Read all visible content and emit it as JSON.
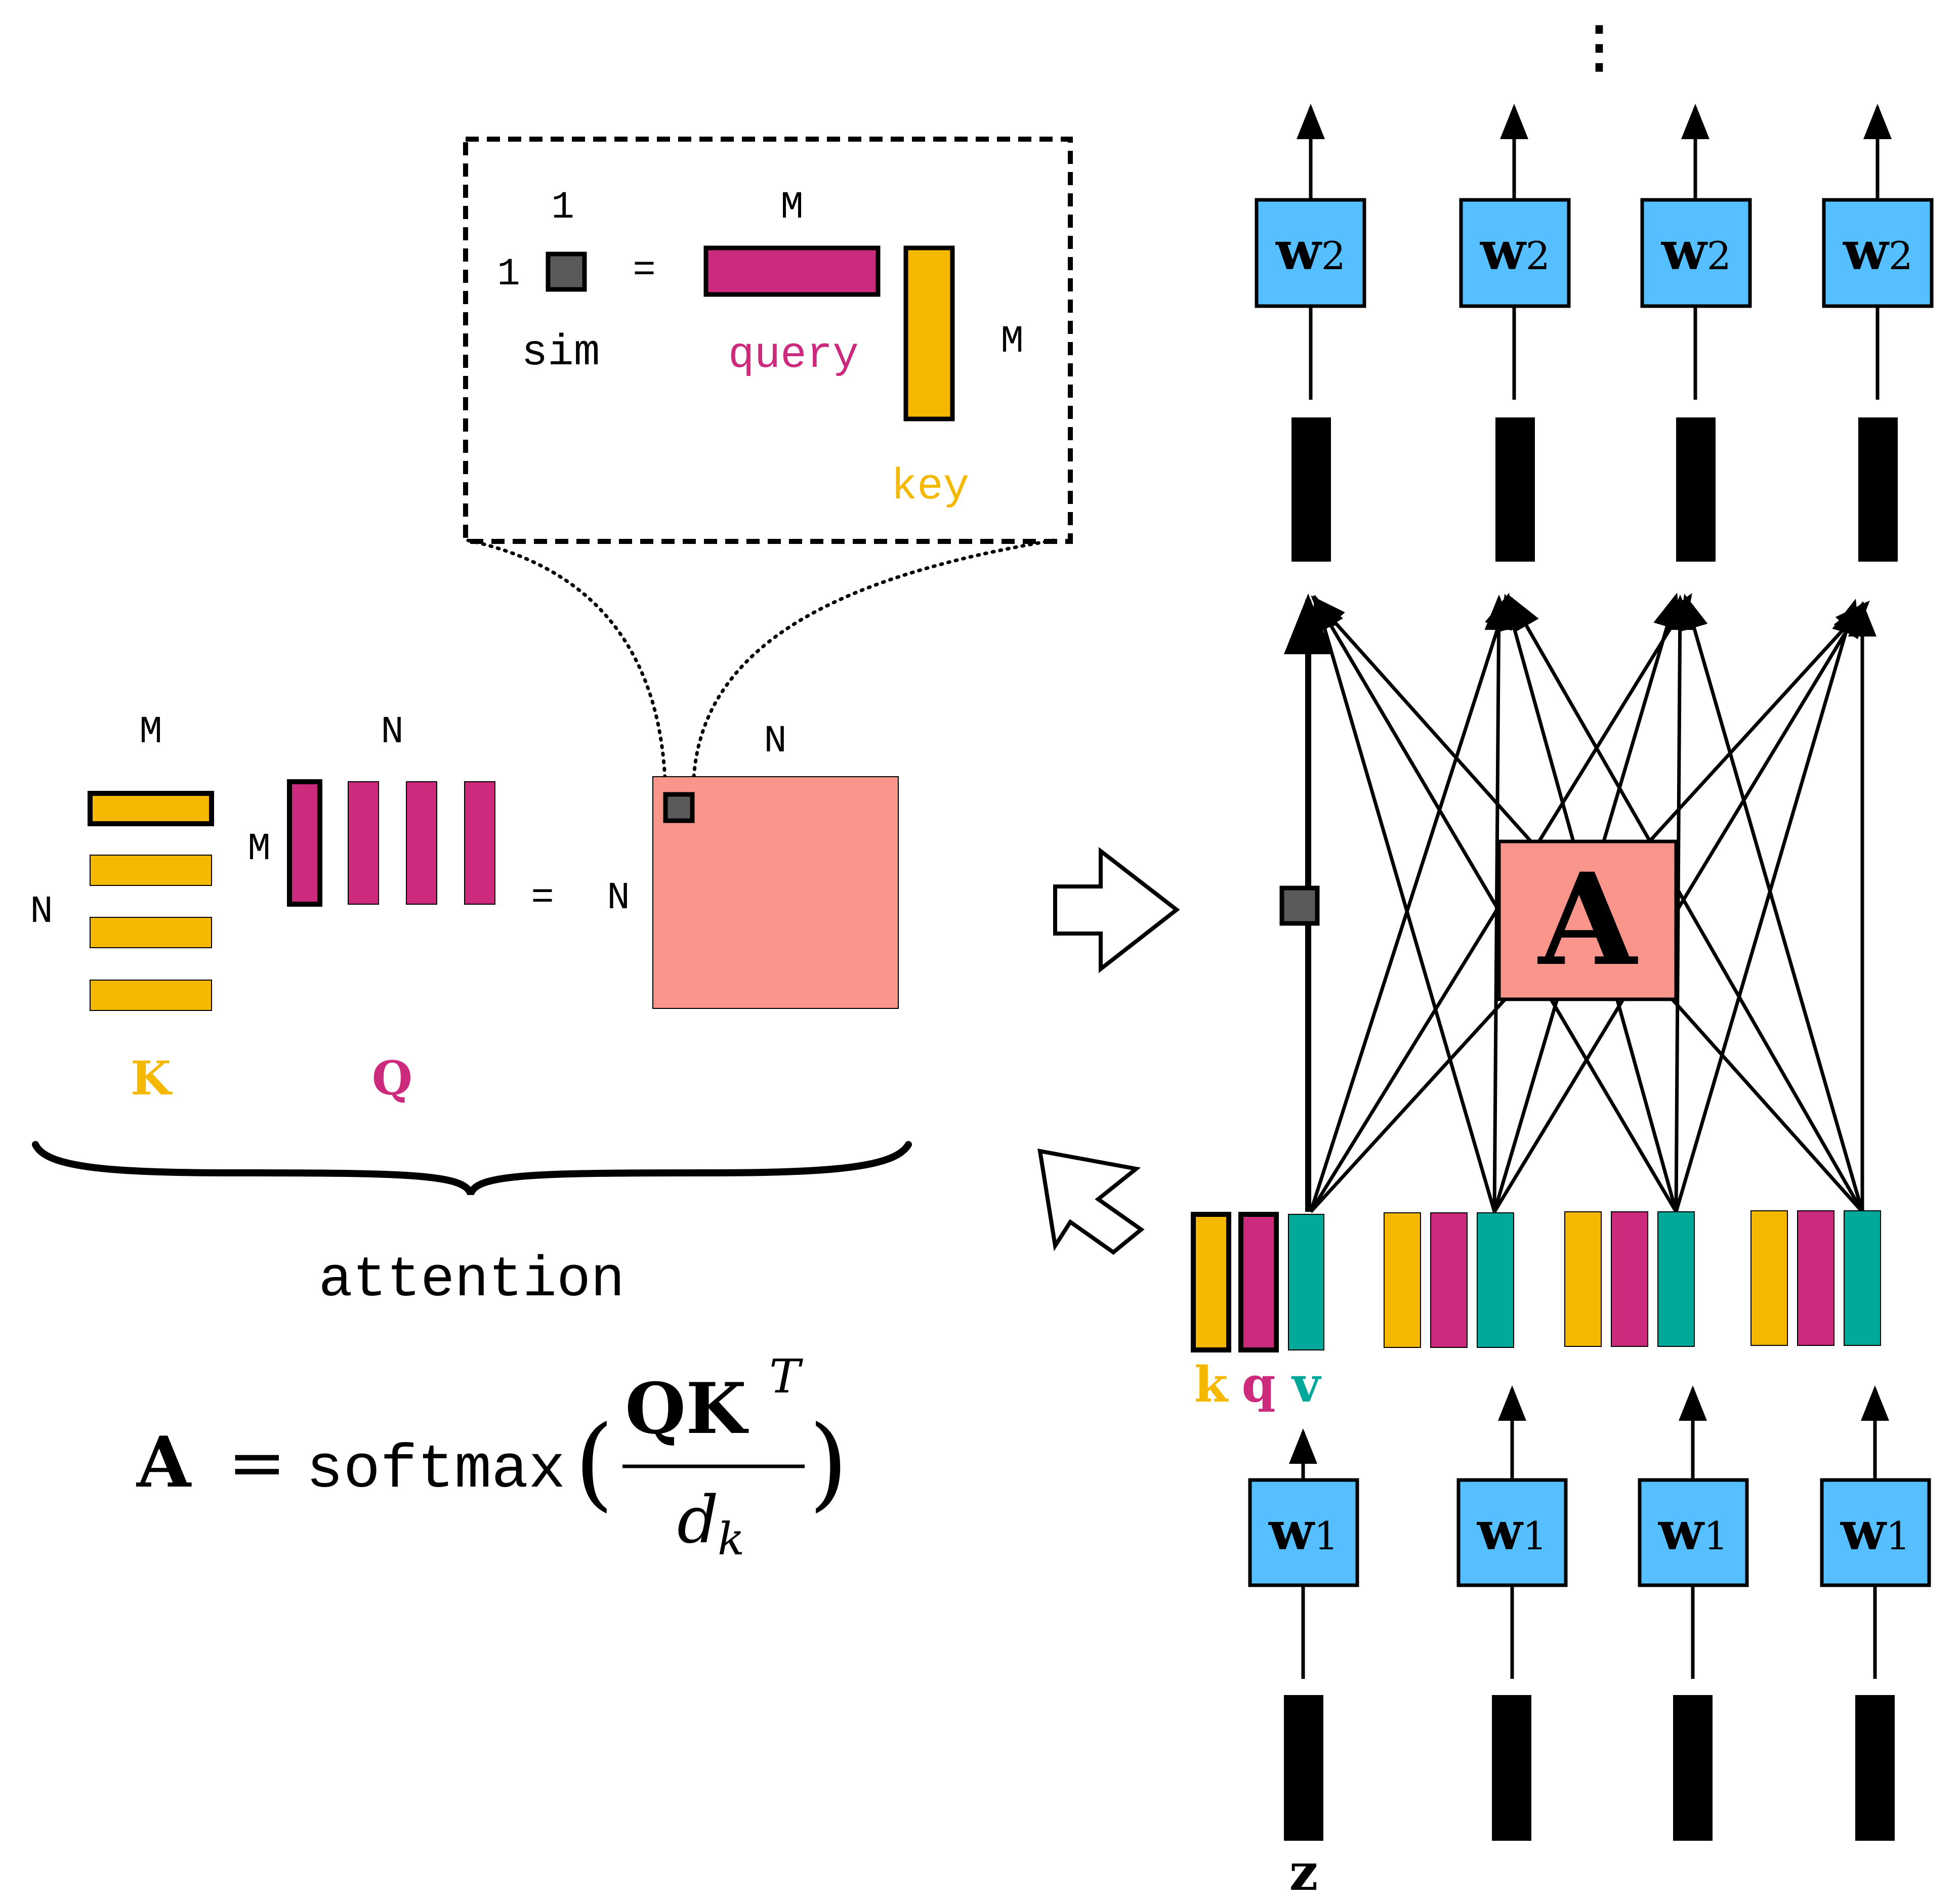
{
  "colors": {
    "key": "#f5b800",
    "query": "#cc2a7c",
    "value": "#00a99a",
    "attention": "#fa958c",
    "weight_box": "#55bfff",
    "sim_cell": "#5a5a5a",
    "token": "#000000"
  },
  "inset": {
    "one_top": "1",
    "one_left": "1",
    "equals": "=",
    "m_top": "M",
    "m_right": "M",
    "sim": "sim",
    "query": "query",
    "key": "key"
  },
  "attention_block": {
    "k_m": "M",
    "k_n": "N",
    "q_n": "N",
    "q_m": "M",
    "equals": "=",
    "a_n_left": "N",
    "a_n_top": "N",
    "k_label": "K",
    "q_label": "Q",
    "brace_label": "attention"
  },
  "formula": {
    "lhs": "A",
    "eq": "=",
    "func": "softmax",
    "lparen": "(",
    "num_q": "QK",
    "num_sup": "T",
    "den_d": "d",
    "den_sub": "k",
    "rparen": ")"
  },
  "network": {
    "dots": "⋮",
    "w2_main": "w",
    "w2_sub": "2",
    "w1_main": "w",
    "w1_sub": "1",
    "a_label": "A",
    "k": "k",
    "q": "q",
    "v": "v",
    "z": "z"
  },
  "icons": [
    "right-arrow-icon",
    "cursor-arrow-icon"
  ]
}
